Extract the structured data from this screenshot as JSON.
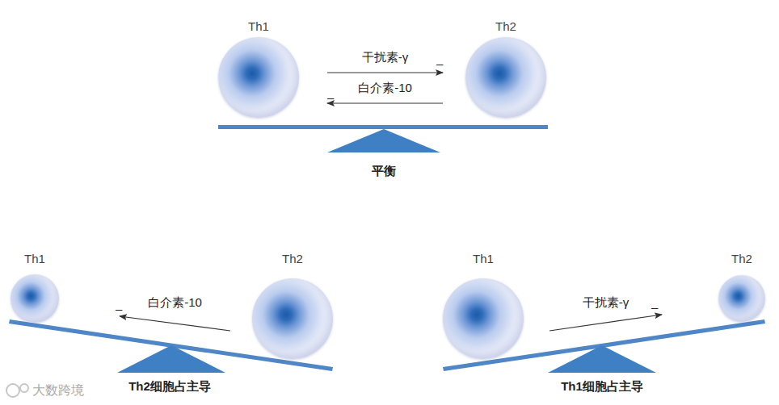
{
  "diagram": {
    "nodes": [
      {
        "text": [
          "Th1"
        ]
      },
      {
        "text": [
          "Th2"
        ]
      },
      {
        "text": [
          "Th1"
        ]
      },
      {
        "text": [
          "Th2"
        ]
      },
      {
        "text": [
          "Th1"
        ]
      },
      {
        "text": [
          "Th2"
        ]
      }
    ],
    "edges": [
      {
        "from": 0,
        "to": 1,
        "label": "干扰素-γ",
        "arrow": "to"
      },
      {
        "from": 1,
        "to": 0,
        "label": "白介素-10",
        "arrow": "to"
      },
      {
        "from": 3,
        "to": 2,
        "label": "白介素-10",
        "arrow": "to"
      },
      {
        "from": 4,
        "to": 5,
        "label": "干扰素-γ",
        "arrow": "to"
      }
    ],
    "labels": [
      "–",
      "–",
      "平衡",
      "–",
      "Th2细胞占主导",
      "–",
      "Th1细胞占主导",
      "大数跨境"
    ]
  }
}
